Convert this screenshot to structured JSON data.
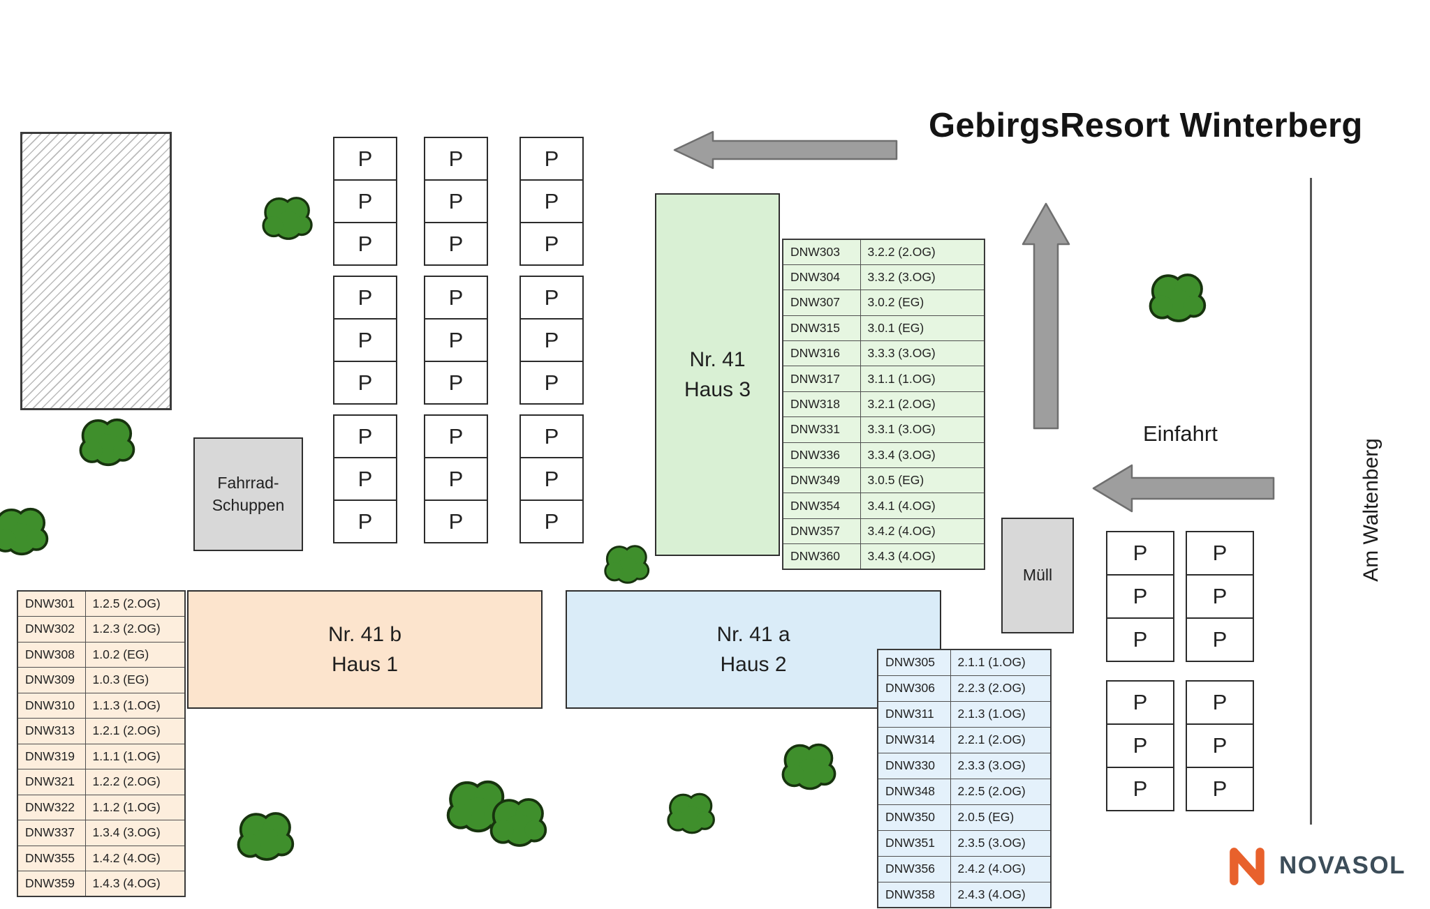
{
  "title": "GebirgsResort Winterberg",
  "street": {
    "name": "Am Waltenberg"
  },
  "entrance": {
    "label": "Einfahrt"
  },
  "waste": {
    "label": "Müll"
  },
  "bike_shed": {
    "line1": "Fahrrad-",
    "line2": "Schuppen"
  },
  "parking": {
    "stall_label": "P",
    "left_column_stalls": [
      "P",
      "P",
      "P",
      "P",
      "P",
      "P",
      "P",
      "P",
      "P"
    ],
    "right_column_stalls": [
      "P",
      "P",
      "P",
      "P",
      "P",
      "P"
    ]
  },
  "haus3": {
    "name_line1": "Nr. 41",
    "name_line2": "Haus 3",
    "units": [
      {
        "code": "DNW303",
        "unit": "3.2.2 (2.OG)"
      },
      {
        "code": "DNW304",
        "unit": "3.3.2 (3.OG)"
      },
      {
        "code": "DNW307",
        "unit": "3.0.2 (EG)"
      },
      {
        "code": "DNW315",
        "unit": "3.0.1 (EG)"
      },
      {
        "code": "DNW316",
        "unit": "3.3.3 (3.OG)"
      },
      {
        "code": "DNW317",
        "unit": "3.1.1 (1.OG)"
      },
      {
        "code": "DNW318",
        "unit": "3.2.1 (2.OG)"
      },
      {
        "code": "DNW331",
        "unit": "3.3.1 (3.OG)"
      },
      {
        "code": "DNW336",
        "unit": "3.3.4 (3.OG)"
      },
      {
        "code": "DNW349",
        "unit": "3.0.5 (EG)"
      },
      {
        "code": "DNW354",
        "unit": "3.4.1 (4.OG)"
      },
      {
        "code": "DNW357",
        "unit": "3.4.2 (4.OG)"
      },
      {
        "code": "DNW360",
        "unit": "3.4.3 (4.OG)"
      }
    ]
  },
  "haus1": {
    "name_line1": "Nr. 41 b",
    "name_line2": "Haus 1",
    "units": [
      {
        "code": "DNW301",
        "unit": "1.2.5 (2.OG)"
      },
      {
        "code": "DNW302",
        "unit": "1.2.3 (2.OG)"
      },
      {
        "code": "DNW308",
        "unit": "1.0.2 (EG)"
      },
      {
        "code": "DNW309",
        "unit": "1.0.3 (EG)"
      },
      {
        "code": "DNW310",
        "unit": "1.1.3 (1.OG)"
      },
      {
        "code": "DNW313",
        "unit": "1.2.1 (2.OG)"
      },
      {
        "code": "DNW319",
        "unit": "1.1.1 (1.OG)"
      },
      {
        "code": "DNW321",
        "unit": "1.2.2 (2.OG)"
      },
      {
        "code": "DNW322",
        "unit": "1.1.2 (1.OG)"
      },
      {
        "code": "DNW337",
        "unit": "1.3.4 (3.OG)"
      },
      {
        "code": "DNW355",
        "unit": "1.4.2 (4.OG)"
      },
      {
        "code": "DNW359",
        "unit": "1.4.3 (4.OG)"
      }
    ]
  },
  "haus2": {
    "name_line1": "Nr. 41 a",
    "name_line2": "Haus 2",
    "units": [
      {
        "code": "DNW305",
        "unit": "2.1.1 (1.OG)"
      },
      {
        "code": "DNW306",
        "unit": "2.2.3 (2.OG)"
      },
      {
        "code": "DNW311",
        "unit": "2.1.3 (1.OG)"
      },
      {
        "code": "DNW314",
        "unit": "2.2.1 (2.OG)"
      },
      {
        "code": "DNW330",
        "unit": "2.3.3 (3.OG)"
      },
      {
        "code": "DNW348",
        "unit": "2.2.5 (2.OG)"
      },
      {
        "code": "DNW350",
        "unit": "2.0.5 (EG)"
      },
      {
        "code": "DNW351",
        "unit": "2.3.5 (3.OG)"
      },
      {
        "code": "DNW356",
        "unit": "2.4.2 (4.OG)"
      },
      {
        "code": "DNW358",
        "unit": "2.4.3 (4.OG)"
      }
    ]
  },
  "brand": {
    "name": "NOVASOL"
  }
}
